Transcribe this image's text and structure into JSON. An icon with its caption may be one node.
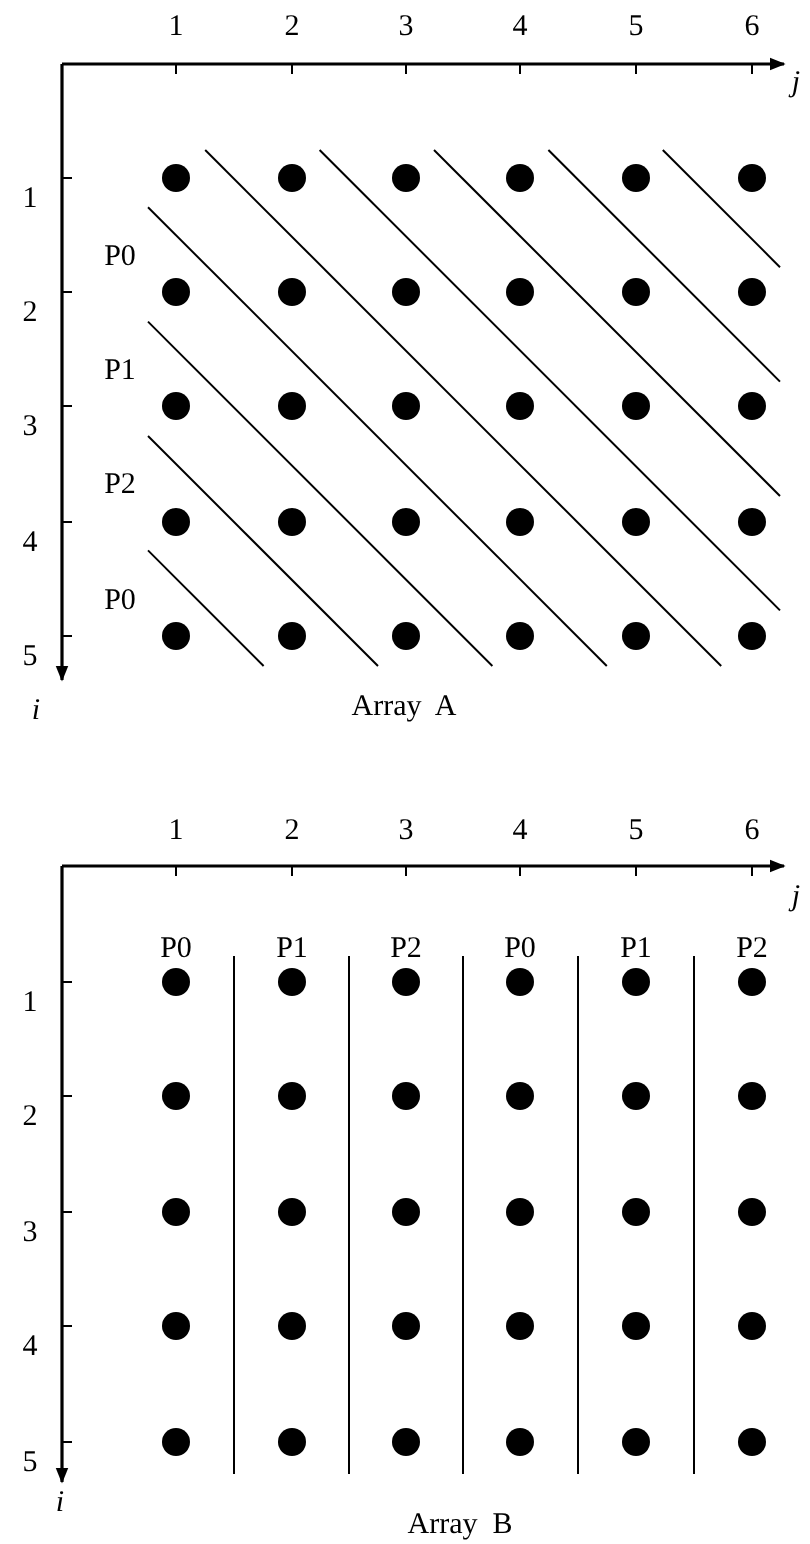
{
  "diagram": {
    "labels": [
      "1",
      "2",
      "3",
      "4",
      "5",
      "6",
      "j",
      "1",
      "P0",
      "2",
      "P1",
      "3",
      "P2",
      "4",
      "P0",
      "5",
      "i",
      "Array  A",
      "1",
      "2",
      "3",
      "4",
      "5",
      "6",
      "j",
      "P0",
      "P1",
      "P2",
      "P0",
      "P1",
      "P2",
      "1",
      "2",
      "3",
      "4",
      "5",
      "i",
      "Array  B"
    ]
  }
}
